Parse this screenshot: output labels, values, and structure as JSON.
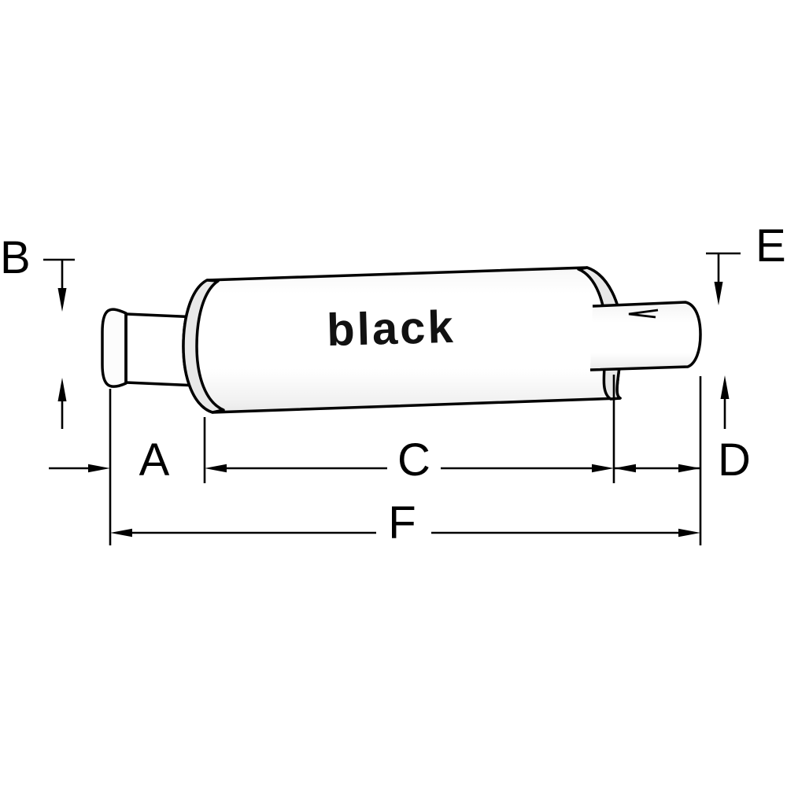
{
  "diagram": {
    "body_label": "black",
    "dimension_labels": {
      "a": "A",
      "b": "B",
      "c": "C",
      "d": "D",
      "e": "E",
      "f": "F"
    },
    "colors": {
      "line": "#000000",
      "background": "#ffffff",
      "cap_shading": "#e8e8e8"
    }
  }
}
